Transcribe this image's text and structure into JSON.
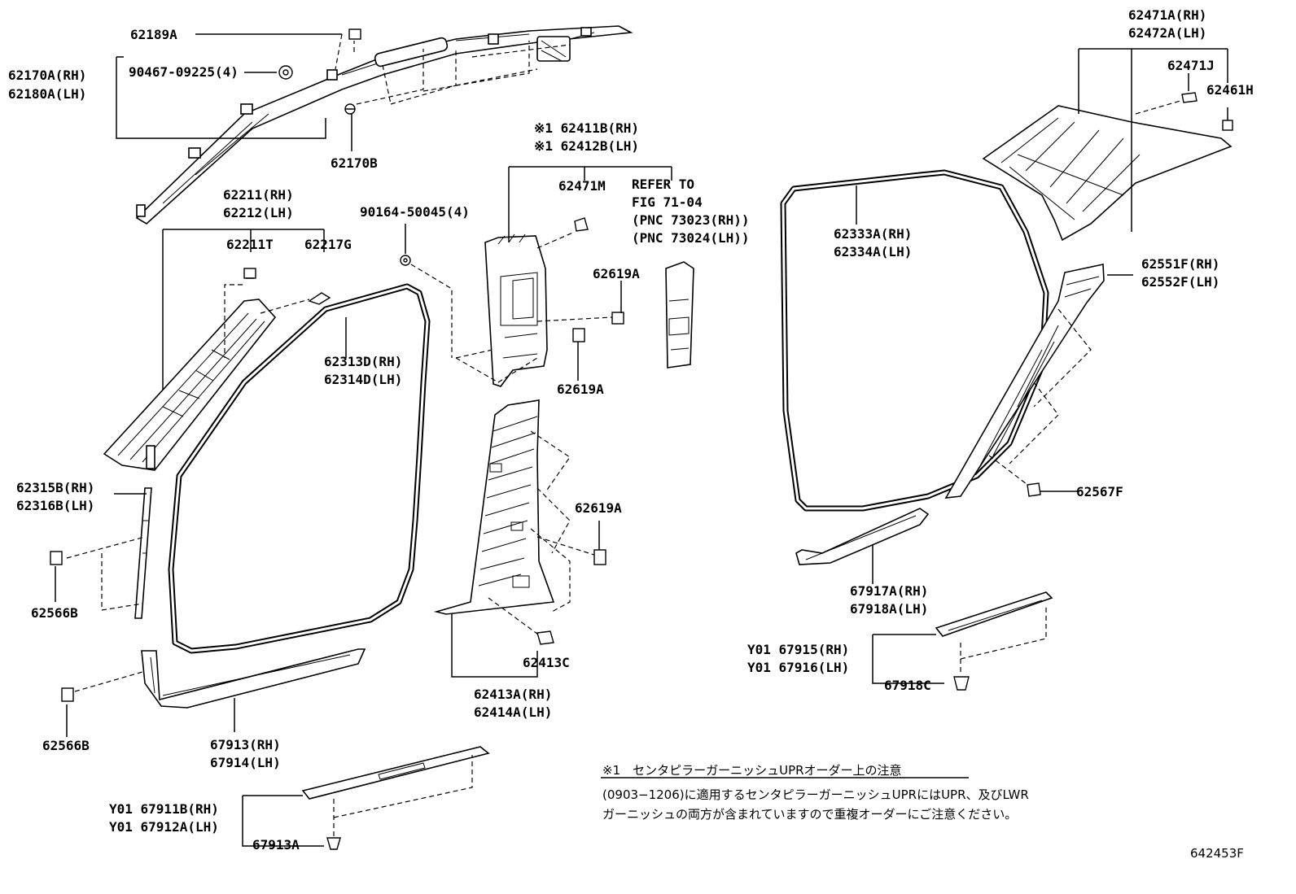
{
  "diagram": {
    "figure_id": "642453F",
    "labels": {
      "p62189A": "62189A",
      "p62170A_rh": "62170A(RH)",
      "p62180A_lh": "62180A(LH)",
      "p90467": "90467-09225(4)",
      "p62170B": "62170B",
      "p62211_rh": "62211(RH)",
      "p62212_lh": "62212(LH)",
      "p62211T": "62211T",
      "p62217G": "62217G",
      "p90164": "90164-50045(4)",
      "p62313D_rh": "62313D(RH)",
      "p62314D_lh": "62314D(LH)",
      "p62315B_rh": "62315B(RH)",
      "p62316B_lh": "62316B(LH)",
      "p62566B_a": "62566B",
      "p62566B_b": "62566B",
      "p67913_rh": "67913(RH)",
      "p67914_lh": "67914(LH)",
      "p67911B": "Y01 67911B(RH)",
      "p67912A": "Y01 67912A(LH)",
      "p67913A": "67913A",
      "p62411B_rh": "※1 62411B(RH)",
      "p62412B_lh": "※1 62412B(LH)",
      "p62471M": "62471M",
      "refer_1": "REFER TO",
      "refer_2": "FIG 71-04",
      "refer_3": "(PNC 73023(RH))",
      "refer_4": "(PNC 73024(LH))",
      "p62619A_a": "62619A",
      "p62619A_b": "62619A",
      "p62619A_c": "62619A",
      "p62413C": "62413C",
      "p62413A_rh": "62413A(RH)",
      "p62414A_lh": "62414A(LH)",
      "p62471A_rh": "62471A(RH)",
      "p62472A_lh": "62472A(LH)",
      "p62471J": "62471J",
      "p62461H": "62461H",
      "p62333A_rh": "62333A(RH)",
      "p62334A_lh": "62334A(LH)",
      "p62551F_rh": "62551F(RH)",
      "p62552F_lh": "62552F(LH)",
      "p62567F": "62567F",
      "p67917A_rh": "67917A(RH)",
      "p67918A_lh": "67918A(LH)",
      "p67915": "Y01 67915(RH)",
      "p67916": "Y01 67916(LH)",
      "p67918C": "67918C"
    },
    "note": {
      "title": "※1　センタピラーガーニッシュUPRオーダー上の注意",
      "line1": "(0903−1206)に適用するセンタピラーガーニッシュUPRにはUPR、及びLWR",
      "line2": "ガーニッシュの両方が含まれていますので重複オーダーにご注意ください。"
    }
  }
}
